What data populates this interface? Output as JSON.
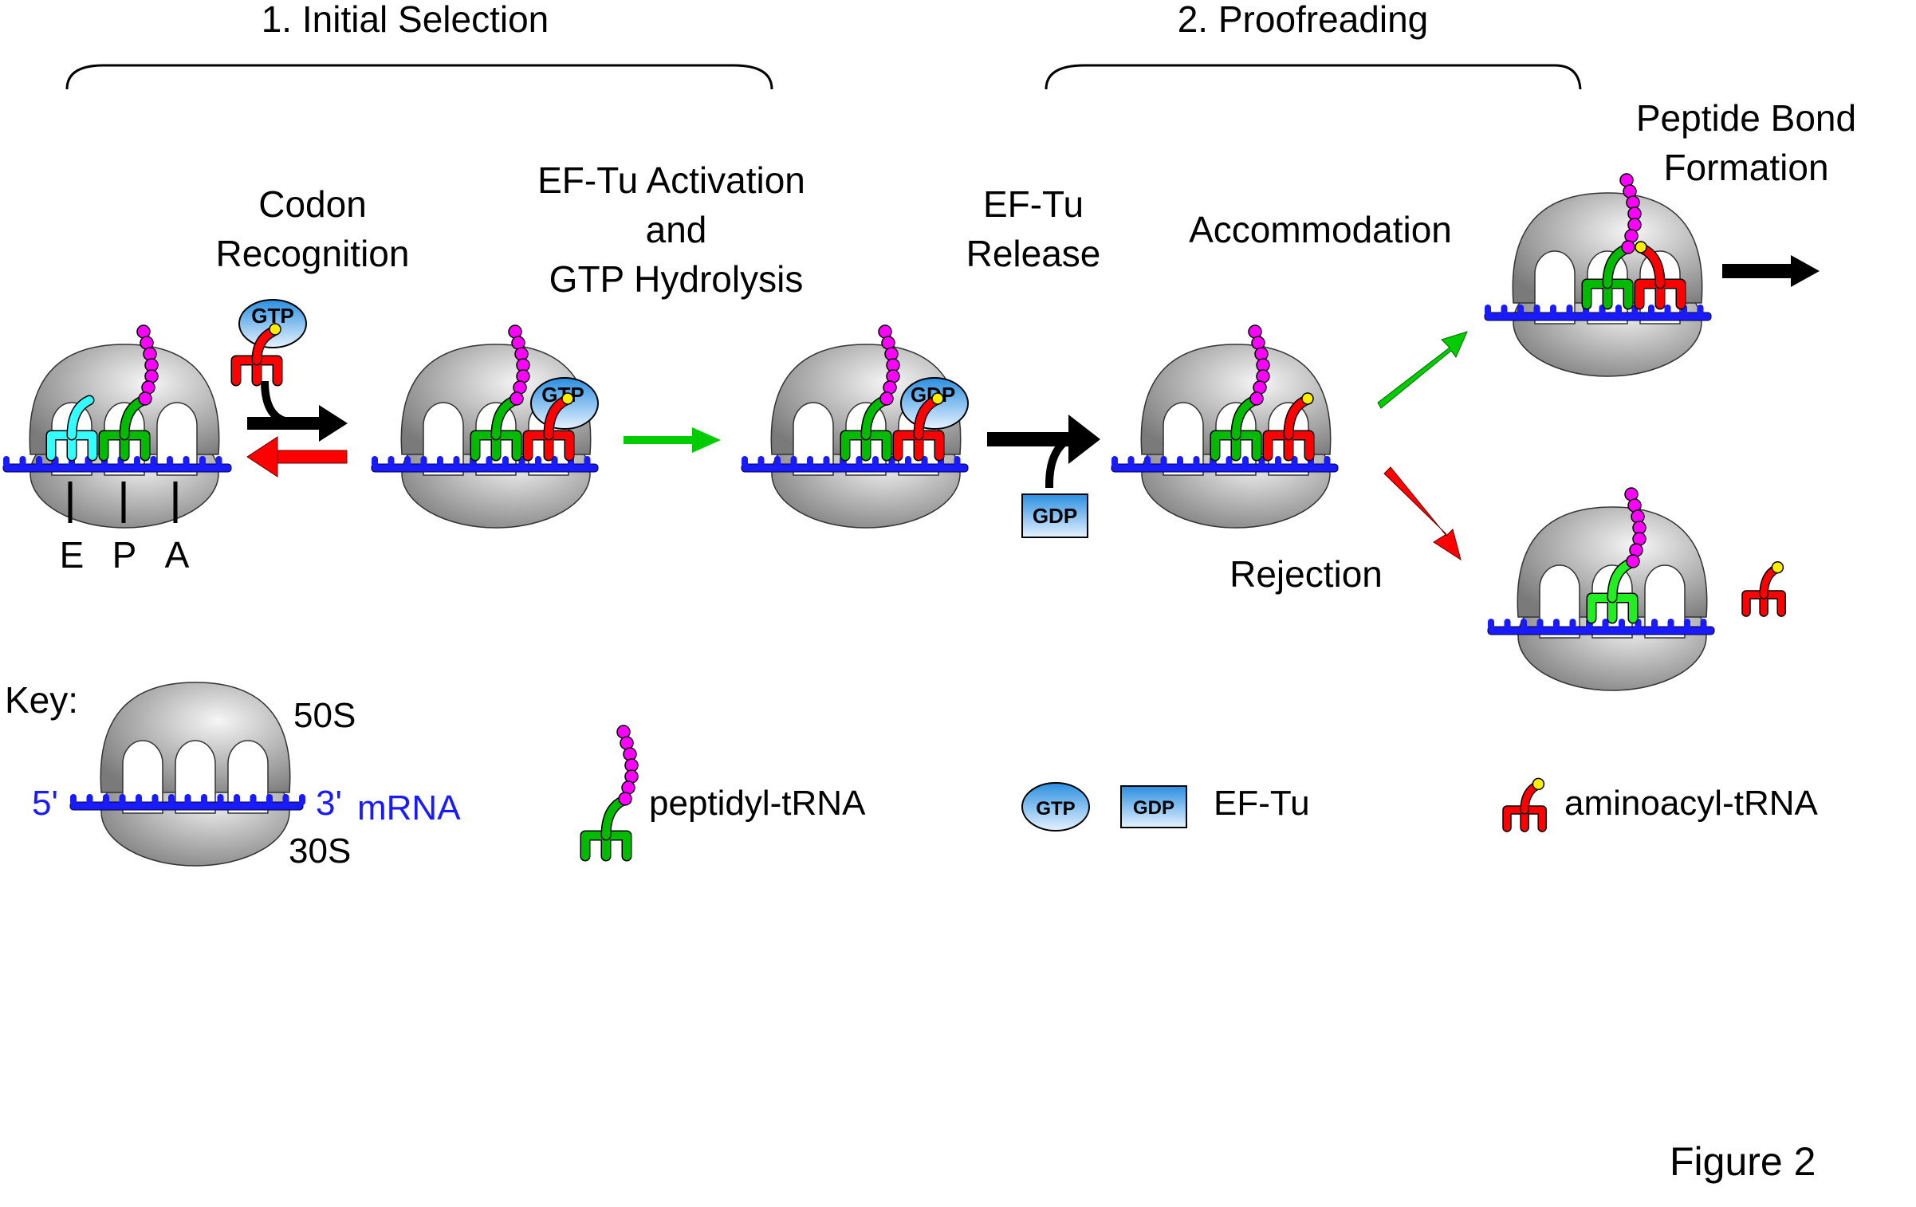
{
  "figure_label": "Figure 2",
  "phases": [
    {
      "label": "1. Initial Selection"
    },
    {
      "label": "2. Proofreading"
    }
  ],
  "steps": {
    "codon_recognition": [
      "Codon",
      "Recognition"
    ],
    "ef_tu_activation": [
      "EF-Tu Activation",
      "and",
      "GTP Hydrolysis"
    ],
    "ef_tu_release": [
      "EF-Tu",
      "Release"
    ],
    "accommodation": [
      "Accommodation"
    ],
    "peptide_bond_formation": [
      "Peptide Bond",
      "Formation"
    ],
    "rejection": [
      "Rejection"
    ]
  },
  "site_labels": [
    "E",
    "P",
    "A"
  ],
  "ef_tu_states": {
    "gtp": "GTP",
    "gdp": "GDP"
  },
  "key": {
    "title": "Key:",
    "ribosome_large": "50S",
    "ribosome_small": "30S",
    "mrna_5prime": "5'",
    "mrna_3prime": "3'",
    "mrna_label": "mRNA",
    "peptidyl_trna": "peptidyl-tRNA",
    "ef_tu": "EF-Tu",
    "aminoacyl_trna": "aminoacyl-tRNA"
  },
  "colors": {
    "mrna": "#1a1aff",
    "peptide": "#ff00ff",
    "peptidyl_trna": "#00bb00",
    "aminoacyl_trna": "#ff0000",
    "e_site_trna": "#33ffff",
    "amino_acid": "#ffee00",
    "ef_tu_top": "#2a8fe0",
    "ef_tu_bottom": "#e6f2ff",
    "forward_arrow": "#000000",
    "reverse_arrow": "#ff0000",
    "proceed_arrow": "#00cc00",
    "reject_arrow": "#ff0000"
  }
}
